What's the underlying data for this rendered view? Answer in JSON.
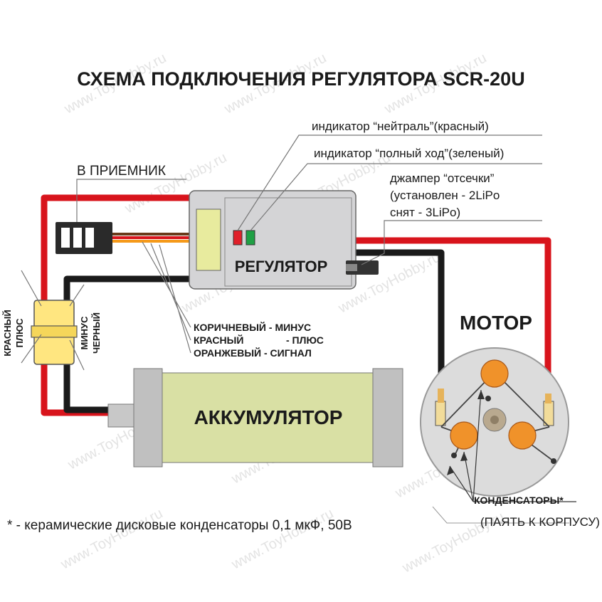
{
  "title": "СХЕМА ПОДКЛЮЧЕНИЯ РЕГУЛЯТОРА  SCR-20U",
  "watermark": "www.ToyHobby.ru",
  "labels": {
    "neutral_indicator": "индикатор “нейтраль”(красный)",
    "full_indicator": "индикатор “полный ход”(зеленый)",
    "jumper_line1": "джампер “отсечки”",
    "jumper_line2": "(установлен - 2LiPo",
    "jumper_line3": "снят - 3LiPo)",
    "to_receiver": "В ПРИЕМНИК",
    "regulator": "РЕГУЛЯТОР",
    "motor": "МОТОР",
    "battery": "АККУМУЛЯТОР",
    "red_plus_1": "КРАСНЫЙ",
    "red_plus_2": "ПЛЮС",
    "minus_black_1": "МИНУС",
    "minus_black_2": "ЧЕРНЫЙ",
    "wire_brown": "КОРИЧНЕВЫЙ -  МИНУС",
    "wire_red_1": "КРАСНЫЙ",
    "wire_red_2": "-  ПЛЮС",
    "wire_orange": "ОРАНЖЕВЫЙ  - СИГНАЛ",
    "capacitors": "КОНДЕНСАТОРЫ*",
    "solder_to_case": "(ПАЯТЬ К КОРПУСУ)",
    "footnote": "* - керамические дисковые конденсаторы 0,1 мкФ, 50В"
  },
  "colors": {
    "red_wire": "#d8141c",
    "black_wire": "#1a1a1a",
    "regulator_body": "#d4d4d6",
    "battery_body": "#d9e0a4",
    "capacitor": "#f0922a",
    "led_red": "#e0202a",
    "led_green": "#1fa044",
    "connector": "#ffe680"
  }
}
